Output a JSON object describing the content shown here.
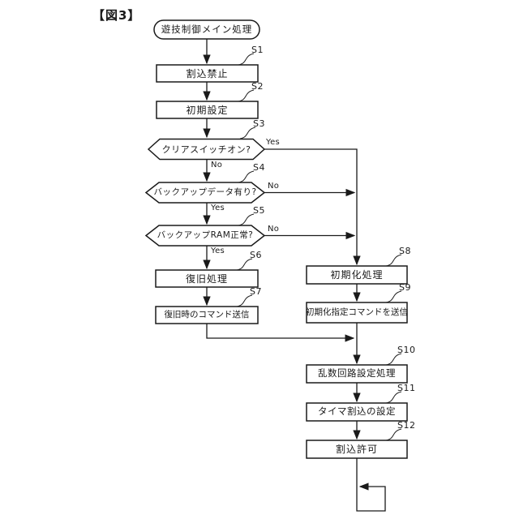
{
  "figure": {
    "label": "【図3】",
    "type": "flowchart",
    "colors": {
      "line": "#1a1a1a",
      "background": "#ffffff",
      "shape_fill": "#ffffff"
    }
  },
  "flowchart": {
    "start": {
      "label": "遊技制御メイン処理"
    },
    "branch_labels": {
      "yes": "Yes",
      "no": "No"
    },
    "steps": [
      {
        "id": "S1",
        "type": "process",
        "label": "割込禁止"
      },
      {
        "id": "S2",
        "type": "process",
        "label": "初期設定"
      },
      {
        "id": "S3",
        "type": "decision",
        "label": "クリアスイッチオン?"
      },
      {
        "id": "S4",
        "type": "decision",
        "label": "バックアップデータ有り?"
      },
      {
        "id": "S5",
        "type": "decision",
        "label": "バックアップRAM正常?"
      },
      {
        "id": "S6",
        "type": "process",
        "label": "復旧処理"
      },
      {
        "id": "S7",
        "type": "process",
        "label": "復旧時のコマンド送信"
      },
      {
        "id": "S8",
        "type": "process",
        "label": "初期化処理"
      },
      {
        "id": "S9",
        "type": "process",
        "label": "初期化指定コマンドを送信"
      },
      {
        "id": "S10",
        "type": "process",
        "label": "乱数回路設定処理"
      },
      {
        "id": "S11",
        "type": "process",
        "label": "タイマ割込の設定"
      },
      {
        "id": "S12",
        "type": "process",
        "label": "割込許可"
      }
    ]
  }
}
